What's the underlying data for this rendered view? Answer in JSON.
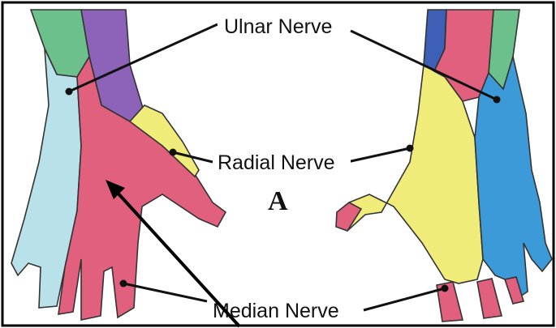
{
  "labels": {
    "ulnar": "Ulnar Nerve",
    "radial": "Radial Nerve",
    "median": "Median Nerve",
    "marker": "A"
  },
  "colors": {
    "ulnar_light": "#b9e1ea",
    "ulnar_blue": "#3c9ad9",
    "median_pink": "#e0607e",
    "radial_yellow": "#f0ec7a",
    "purple": "#8c63b8",
    "green": "#6cc08c",
    "dark_blue": "#3e5fb6",
    "frame": "#000000",
    "ink": "#111111"
  }
}
